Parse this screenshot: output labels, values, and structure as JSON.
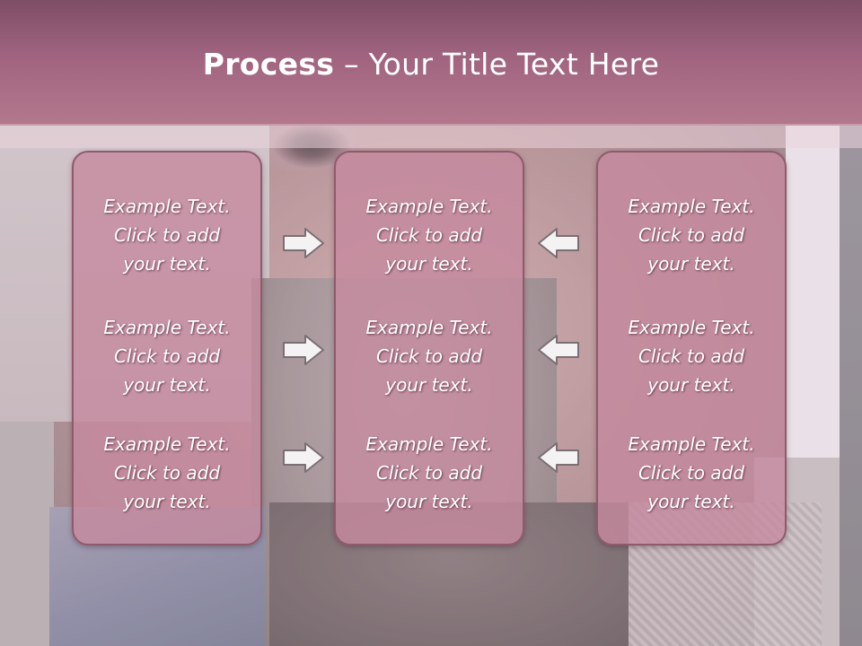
{
  "slide": {
    "title_bold": "Process",
    "title_rest": " – Your Title Text Here"
  },
  "columns": [
    {
      "items": [
        "Example Text.\nClick  to add\nyour text.",
        "Example Text.\nClick  to add\nyour text.",
        "Example Text.\nClick  to add\nyour text."
      ]
    },
    {
      "items": [
        "Example Text.\nClick  to add\nyour text.",
        "Example Text.\nClick  to add\nyour text.",
        "Example Text.\nClick  to add\nyour text."
      ]
    },
    {
      "items": [
        "Example Text.\nClick  to add\nyour text.",
        "Example Text.\nClick  to add\nyour text.",
        "Example Text.\nClick  to add\nyour text."
      ]
    }
  ],
  "arrows": {
    "left_icon": "arrow-right-icon",
    "right_icon": "arrow-left-icon"
  },
  "colors": {
    "title_bar": "#a06480",
    "box_fill": "#c6899f",
    "box_border": "#8f5a6d",
    "text": "#ffffff"
  }
}
